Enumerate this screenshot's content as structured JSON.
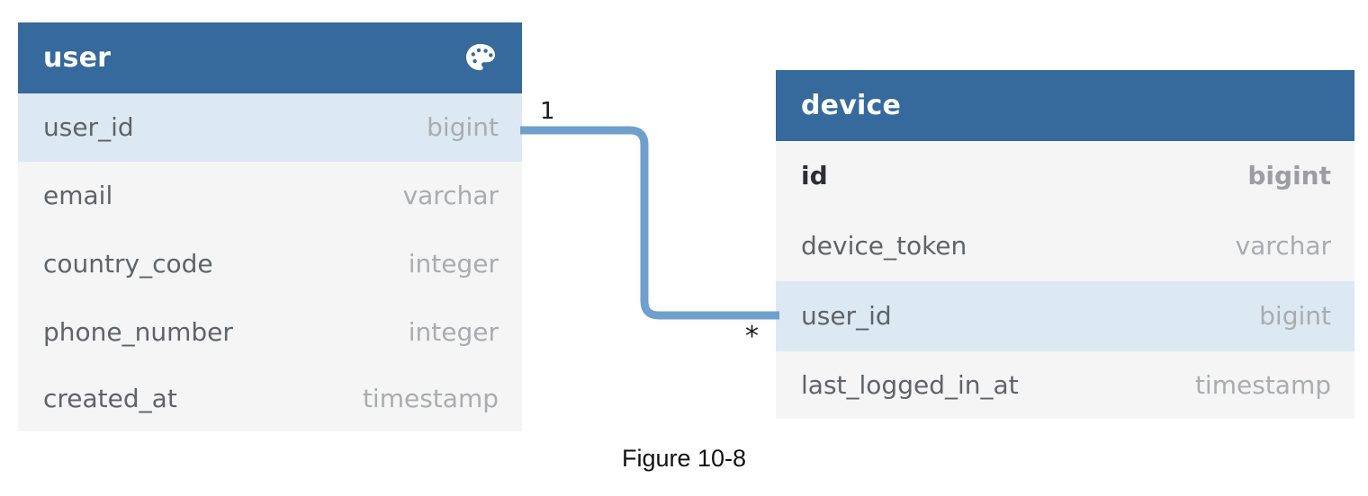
{
  "diagram": {
    "type": "entity-relationship",
    "caption": "Figure 10-8",
    "colors": {
      "header_blue": "#36699c",
      "row_background": "#f5f5f5",
      "row_highlight": "#dce9f2",
      "connector_blue": "#6f9fcd",
      "column_name_text": "#5e6468",
      "column_type_text": "#a9adaf"
    },
    "entities": [
      {
        "id": "user",
        "title": "user",
        "header_icon": "palette-icon",
        "columns": [
          {
            "name": "user_id",
            "type": "bigint",
            "highlight": true,
            "primary_key": false
          },
          {
            "name": "email",
            "type": "varchar",
            "highlight": false,
            "primary_key": false
          },
          {
            "name": "country_code",
            "type": "integer",
            "highlight": false,
            "primary_key": false
          },
          {
            "name": "phone_number",
            "type": "integer",
            "highlight": false,
            "primary_key": false
          },
          {
            "name": "created_at",
            "type": "timestamp",
            "highlight": false,
            "primary_key": false
          }
        ]
      },
      {
        "id": "device",
        "title": "device",
        "header_icon": null,
        "columns": [
          {
            "name": "id",
            "type": "bigint",
            "highlight": false,
            "primary_key": true
          },
          {
            "name": "device_token",
            "type": "varchar",
            "highlight": false,
            "primary_key": false
          },
          {
            "name": "user_id",
            "type": "bigint",
            "highlight": true,
            "primary_key": false
          },
          {
            "name": "last_logged_in_at",
            "type": "timestamp",
            "highlight": false,
            "primary_key": false
          }
        ]
      }
    ],
    "relationship": {
      "from_entity": "user",
      "from_column": "user_id",
      "to_entity": "device",
      "to_column": "user_id",
      "from_cardinality": "1",
      "to_cardinality": "*"
    }
  }
}
